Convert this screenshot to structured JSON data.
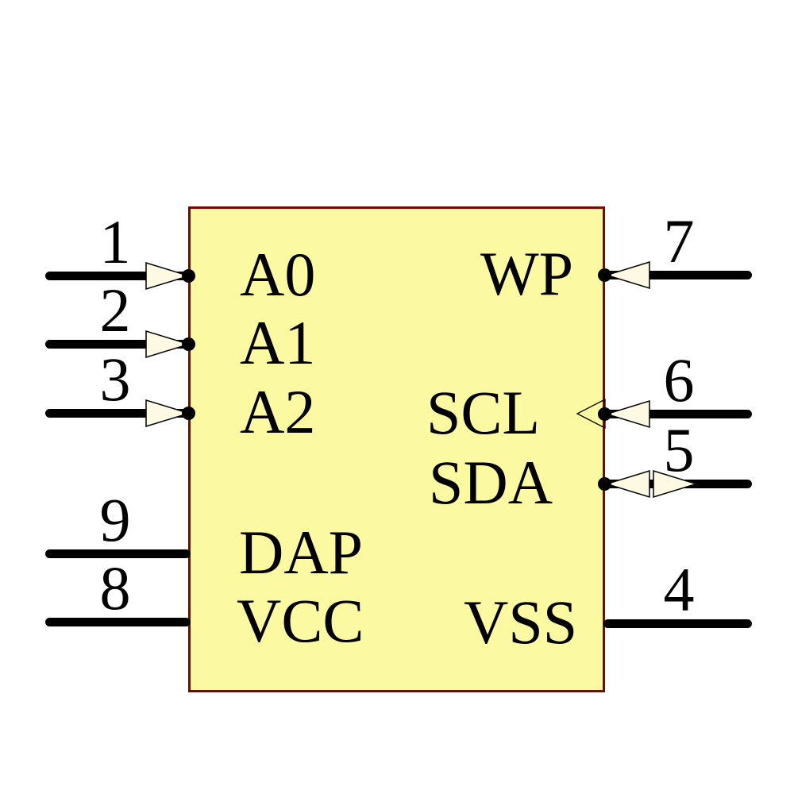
{
  "colors": {
    "body_fill": "#FBFAA3",
    "body_border": "#7F0000",
    "arrow_fill": "#FDF9E3",
    "wire": "#000000",
    "background": "#FFFFFF"
  },
  "pins": {
    "left": [
      {
        "number": "1",
        "label": "A0",
        "arrow": "in"
      },
      {
        "number": "2",
        "label": "A1",
        "arrow": "in"
      },
      {
        "number": "3",
        "label": "A2",
        "arrow": "in"
      },
      {
        "number": "9",
        "label": "DAP",
        "arrow": "none"
      },
      {
        "number": "8",
        "label": "VCC",
        "arrow": "none"
      }
    ],
    "right": [
      {
        "number": "7",
        "label": "WP",
        "arrow": "in"
      },
      {
        "number": "6",
        "label": "SCL",
        "arrow": "in-double"
      },
      {
        "number": "5",
        "label": "SDA",
        "arrow": "bidirectional"
      },
      {
        "number": "4",
        "label": "VSS",
        "arrow": "none"
      }
    ]
  }
}
